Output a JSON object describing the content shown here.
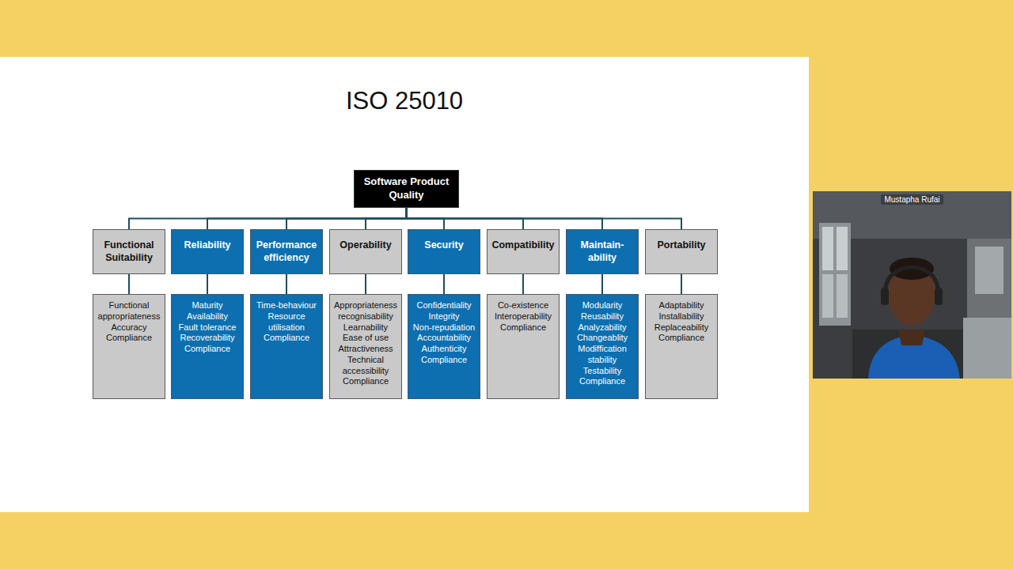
{
  "diagram": {
    "title": "ISO 25010",
    "nodes": [
      {
        "text": [
          "Software Product Quality"
        ]
      },
      {
        "text": [
          "Functional Suitability"
        ]
      },
      {
        "text": [
          "Reliability"
        ]
      },
      {
        "text": [
          "Performance efficiency"
        ]
      },
      {
        "text": [
          "Operability"
        ]
      },
      {
        "text": [
          "Security"
        ]
      },
      {
        "text": [
          "Compatibility"
        ]
      },
      {
        "text": [
          "Maintain-ability"
        ]
      },
      {
        "text": [
          "Portability"
        ]
      },
      {
        "text": [
          "Functional appropriateness",
          "Accuracy",
          "Compliance"
        ]
      },
      {
        "text": [
          "Maturity",
          "Availability",
          "Fault tolerance",
          "Recoverability",
          "Compliance"
        ]
      },
      {
        "text": [
          "Time-behaviour",
          "Resource utilisation",
          "Compliance"
        ]
      },
      {
        "text": [
          "Appropriateness recognisability",
          "Learnability",
          "Ease of use",
          "Attractiveness",
          "Technical accessibility",
          "Compliance"
        ]
      },
      {
        "text": [
          "Confidentiality",
          "Integrity",
          "Non-repudiation",
          "Accountability",
          "Authenticity",
          "Compliance"
        ]
      },
      {
        "text": [
          "Co-existence",
          "Interoperability",
          "Compliance"
        ]
      },
      {
        "text": [
          "Modularity",
          "Reusability",
          "Analyzability",
          "Changeablity",
          "Modiffication stability",
          "Testability",
          "Compliance"
        ]
      },
      {
        "text": [
          "Adaptability",
          "Installability",
          "Replaceability",
          "Compliance"
        ]
      }
    ],
    "edges": [
      {
        "from": 0,
        "to": 1,
        "arrow": "none"
      },
      {
        "from": 0,
        "to": 2,
        "arrow": "none"
      },
      {
        "from": 0,
        "to": 3,
        "arrow": "none"
      },
      {
        "from": 0,
        "to": 4,
        "arrow": "none"
      },
      {
        "from": 0,
        "to": 5,
        "arrow": "none"
      },
      {
        "from": 0,
        "to": 6,
        "arrow": "none"
      },
      {
        "from": 0,
        "to": 7,
        "arrow": "none"
      },
      {
        "from": 0,
        "to": 8,
        "arrow": "none"
      },
      {
        "from": 1,
        "to": 9,
        "arrow": "none"
      },
      {
        "from": 2,
        "to": 10,
        "arrow": "none"
      },
      {
        "from": 3,
        "to": 11,
        "arrow": "none"
      },
      {
        "from": 4,
        "to": 12,
        "arrow": "none"
      },
      {
        "from": 5,
        "to": 13,
        "arrow": "none"
      },
      {
        "from": 6,
        "to": 14,
        "arrow": "none"
      },
      {
        "from": 7,
        "to": 15,
        "arrow": "none"
      },
      {
        "from": 8,
        "to": 16,
        "arrow": "none"
      }
    ],
    "labels": [
      "Mustapha Rufai"
    ]
  }
}
